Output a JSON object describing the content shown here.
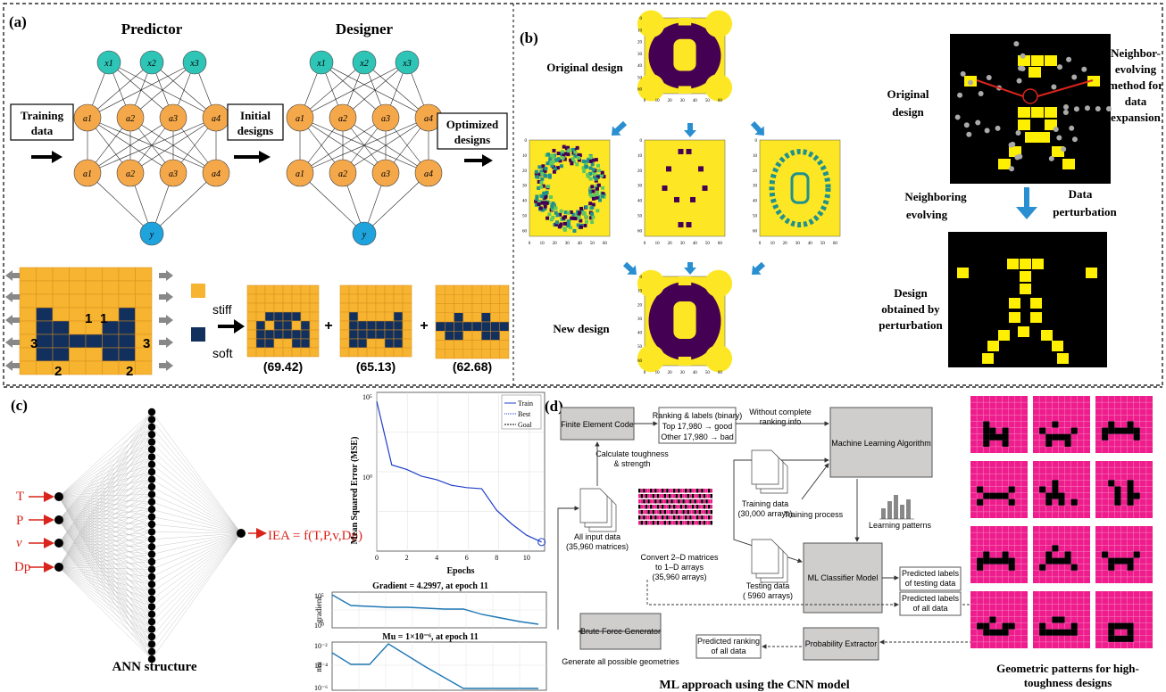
{
  "colors": {
    "teal": "#2ec4b6",
    "orange": "#f5a84a",
    "blue_node": "#1fa3dd",
    "yellow": "#fde725",
    "purple": "#440154",
    "arrow_blue": "#2a8fd0",
    "stiff": "#f6b431",
    "soft": "#12305e",
    "magenta": "#ee1c8c",
    "red": "#d9241c",
    "plot_blue": "#1f77b4"
  },
  "panel_a": {
    "label": "(a)",
    "predictor_title": "Predictor",
    "designer_title": "Designer",
    "training_box": [
      "Training",
      "data"
    ],
    "initial_box": [
      "Initial",
      "designs"
    ],
    "optimized_box": [
      "Optimized",
      "designs"
    ],
    "input_nodes": [
      "x1",
      "x2",
      "x3"
    ],
    "hidden1": [
      "a1",
      "a2",
      "a3",
      "a4"
    ],
    "hidden2": [
      "a1",
      "a2",
      "a3",
      "a4"
    ],
    "output_node": "y",
    "stiff_label": "stiff",
    "soft_label": "soft",
    "grid_numbers": [
      "1",
      "1",
      "3",
      "3",
      "2",
      "2"
    ],
    "plus": "+",
    "scores": [
      "(69.42)",
      "(65.13)",
      "(62.68)"
    ]
  },
  "panel_b": {
    "label": "(b)",
    "original_design": "Original design",
    "new_design": "New design",
    "right_original": [
      "Original",
      "design"
    ],
    "neighbor_method": [
      "Neighbor-",
      "evolving",
      "method for",
      "data",
      "expansion"
    ],
    "neighboring": [
      "Neighboring",
      "evolving"
    ],
    "perturbation": [
      "Data",
      "perturbation"
    ],
    "obtained": [
      "Design",
      "obtained by",
      "perturbation"
    ],
    "tick_y": [
      "0",
      "10",
      "20",
      "30",
      "40",
      "50",
      "60"
    ],
    "tick_x": [
      "0",
      "10",
      "20",
      "30",
      "40",
      "50",
      "60"
    ]
  },
  "panel_c": {
    "label": "(c)",
    "inputs": [
      "T",
      "P",
      "v",
      "Dp"
    ],
    "output": "IEA = f(T,P,v,Dp)",
    "ann_label": "ANN structure",
    "mse_ylabel": "Mean Squared Error (MSE)",
    "mse_xlabel": "Epochs",
    "mse_legend": [
      "Train",
      "Best",
      "Goal"
    ],
    "mse_ticks_y": [
      "10⁵",
      "10⁰"
    ],
    "mse_ticks_x": [
      "0",
      "2",
      "4",
      "6",
      "8",
      "10"
    ],
    "grad_title": "Gradient = 4.2997, at epoch 11",
    "grad_ylabel": "gradient",
    "grad_ticks": [
      "10⁵",
      "10⁰"
    ],
    "mu_title": "Mu = 1×10⁻⁶, at epoch 11",
    "mu_ylabel": "mu",
    "mu_ticks": [
      "10⁻²",
      "10⁻⁴",
      "10⁻⁶"
    ]
  },
  "panel_d": {
    "label": "(d)",
    "fe_code": "Finite Element Code",
    "ranking": [
      "Ranking & labels (binary)",
      "Top 17,980 → good",
      "Other 17,980 → bad"
    ],
    "without": [
      "Without complete",
      "ranking info"
    ],
    "mla": "Machine Learning Algorithm",
    "calc": [
      "Calculate toughness",
      "& strength"
    ],
    "all_input": [
      "All input data",
      "(35,960 matrices)"
    ],
    "training_data": [
      "Training data",
      "(30,000 arrays)"
    ],
    "training_process": "Training process",
    "learning_patterns": "Learning patterns",
    "convert": [
      "Convert 2–D matrices",
      "to 1–D arrays",
      "(35,960 arrays)"
    ],
    "testing_data": [
      "Testing data",
      "( 5960 arrays)"
    ],
    "classifier": "ML Classifier Model",
    "pred_testing": [
      "Predicted labels",
      "of testing data"
    ],
    "pred_all": [
      "Predicted labels",
      "of all data"
    ],
    "brute": "Brute Force Generator",
    "gen_all": "Generate all possible geometries",
    "prob": "Probability Extractor",
    "pred_rank": [
      "Predicted ranking",
      "of all data"
    ],
    "caption": "ML approach using the CNN model"
  },
  "panel_e": {
    "caption": [
      "Geometric patterns for high-",
      "toughness designs"
    ]
  }
}
